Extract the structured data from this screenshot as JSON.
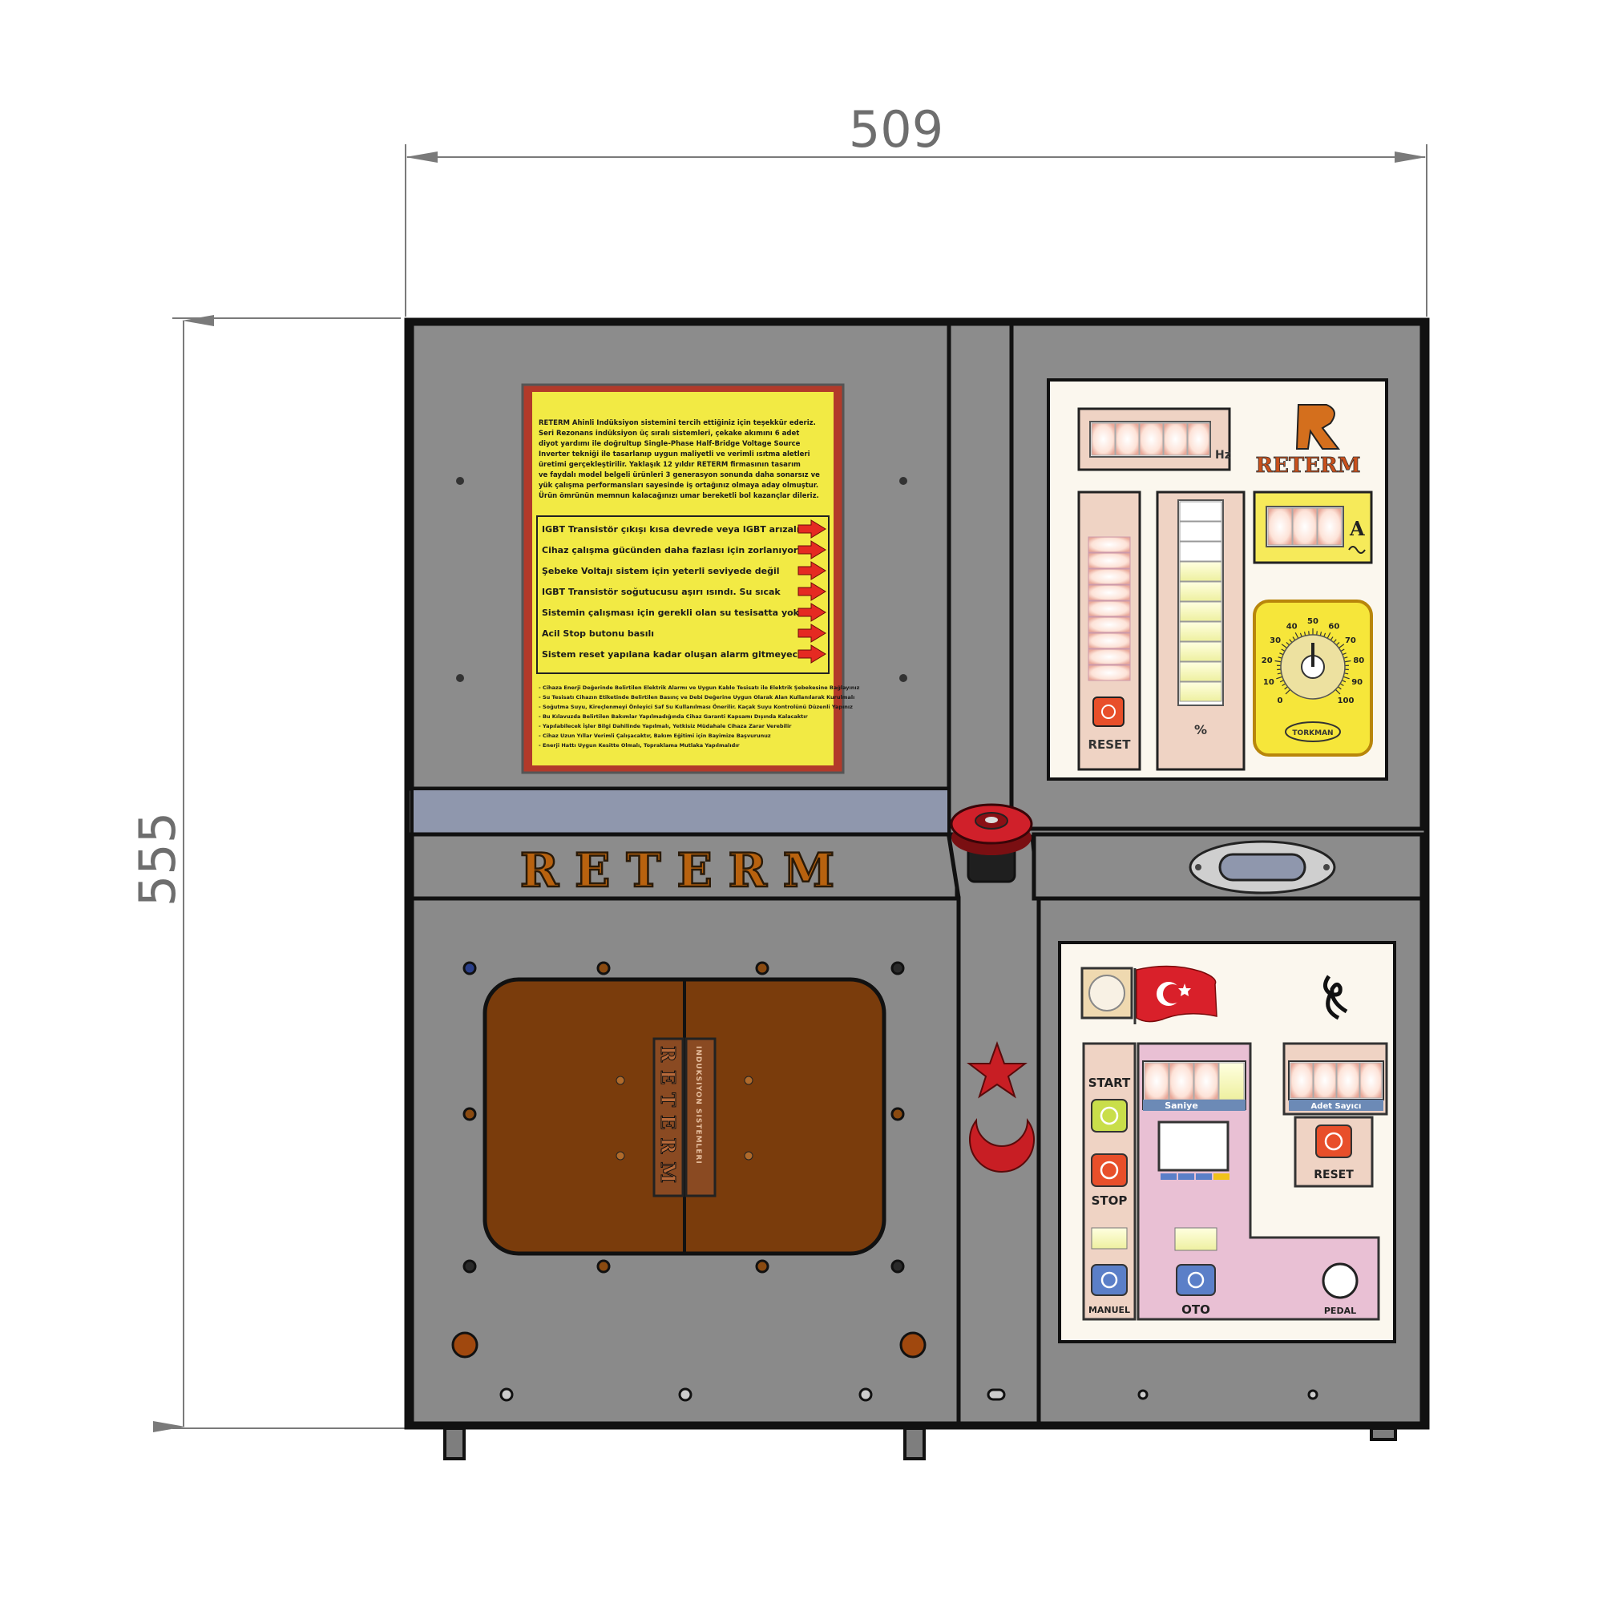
{
  "dimensions": {
    "width_value": "509",
    "height_value": "555"
  },
  "colors": {
    "body": "#8a8a8a",
    "outline": "#111111",
    "warning_panel": "#f2ea44",
    "warning_border": "#b23a2a",
    "door": "#7a3c0c",
    "panel_bg": "#fbf7ee",
    "control_pink": "#e9c0d4",
    "dim_gray": "#7a7a7a"
  },
  "warning_sign": {
    "intro": [
      "RETERM Ahinli Indüksiyon sistemini tercih ettiğiniz için teşekkür ederiz.",
      "Seri Rezonans indüksiyon üç sıralı sistemleri, çekake akımını 6 adet",
      "diyot yardımı ile doğrultup Single-Phase Half-Bridge Voltage Source",
      "Inverter tekniği ile tasarlanıp uygun maliyetli ve verimli ısıtma aletleri",
      "üretimi gerçekleştirilir. Yaklaşık 12 yıldır RETERM firmasının tasarım",
      "ve faydalı model belgeli ürünleri 3 generasyon sonunda daha sonarsız ve",
      "yük çalışma performansları sayesinde iş ortağınız olmaya aday olmuştur.",
      "Ürün ömrünün memnun kalacağınızı umar bereketli bol kazançlar dileriz."
    ],
    "alarms": [
      "IGBT Transistör çıkışı kısa devrede veya IGBT arızalı",
      "Cihaz çalışma gücünden daha fazlası için zorlanıyor",
      "Şebeke Voltajı sistem için yeterli seviyede değil",
      "IGBT Transistör soğutucusu aşırı ısındı. Su sıcak",
      "Sistemin çalışması için gerekli olan su tesisatta yok",
      "Acil Stop butonu basılı",
      "Sistem reset yapılana kadar oluşan alarm gitmeyecek"
    ],
    "notes": [
      "- Cihaza Enerji Değerinde Belirtilen Elektrik Alarmı ve Uygun Kablo Tesisatı ile Elektrik Şebekesine Bağlayınız",
      "- Su Tesisatı Cihazın Etiketinde Belirtilen Basınç ve Debi Değerine Uygun Olarak Alan Kullanılarak Kurulmalı",
      "- Soğutma Suyu, Kireçlenmeyi Önleyici Saf Su Kullanılması Önerilir. Kaçak Suyu Kontrolünü Düzenli Yapınız",
      "- Bu Kılavuzda Belirtilen Bakımlar Yapılmadığında Cihaz Garanti Kapsamı Dışında Kalacaktır",
      "- Yapılabilecek İşler Bilgi Dahilinde Yapılmalı, Yetkisiz Müdahale Cihaza Zarar Verebilir",
      "- Cihaz Uzun Yıllar Verimli Çalışacaktır, Bakım Eğitimi için Bayimize Başvurunuz",
      "- Enerji Hattı Uygun Kesitte Olmalı, Topraklama Mutlaka Yapılmalıdır"
    ]
  },
  "brand": {
    "front_text": "RETERM",
    "panel_logo": "RETERM",
    "door_vertical_text": "RETERM",
    "door_side_text": "INDUKSIYON SISTEMLERI"
  },
  "meter_panel": {
    "freq_unit": "Hz",
    "current_unit": "A",
    "percent_unit": "%",
    "reset_label": "RESET",
    "dial_ticks": [
      "0",
      "10",
      "20",
      "30",
      "40",
      "50",
      "60",
      "70",
      "80",
      "90",
      "100"
    ],
    "dial_brand": "TORKMAN",
    "dial_value_percent": 50
  },
  "control_panel": {
    "start_label": "START",
    "stop_label": "STOP",
    "manuel_label": "MANUEL",
    "oto_label": "OTO",
    "pedal_label": "PEDAL",
    "reset_label": "RESET",
    "saniye_label": "Saniye",
    "adet_label": "Adet Sayıcı"
  }
}
